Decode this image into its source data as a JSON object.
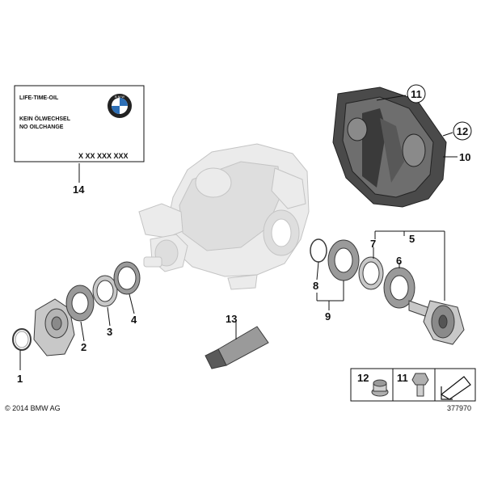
{
  "label_card": {
    "line1": "LIFE-TIME-OIL",
    "line2": "KEIN ÖLWECHSEL",
    "line3": "NO OILCHANGE",
    "code": "X XX XXX XXX",
    "logo_letters": "B M W"
  },
  "callouts": [
    "1",
    "2",
    "3",
    "4",
    "5",
    "6",
    "7",
    "8",
    "9",
    "10",
    "11",
    "12",
    "13",
    "14"
  ],
  "legend": {
    "item_a": "12",
    "item_b": "11"
  },
  "copyright": "© 2014 BMW AG",
  "diagram_number": "377970",
  "colors": {
    "line": "#111111",
    "ghost_fill": "#ebebeb",
    "part_fill": "#9a9a9a",
    "dark_part": "#4a4a4a"
  }
}
